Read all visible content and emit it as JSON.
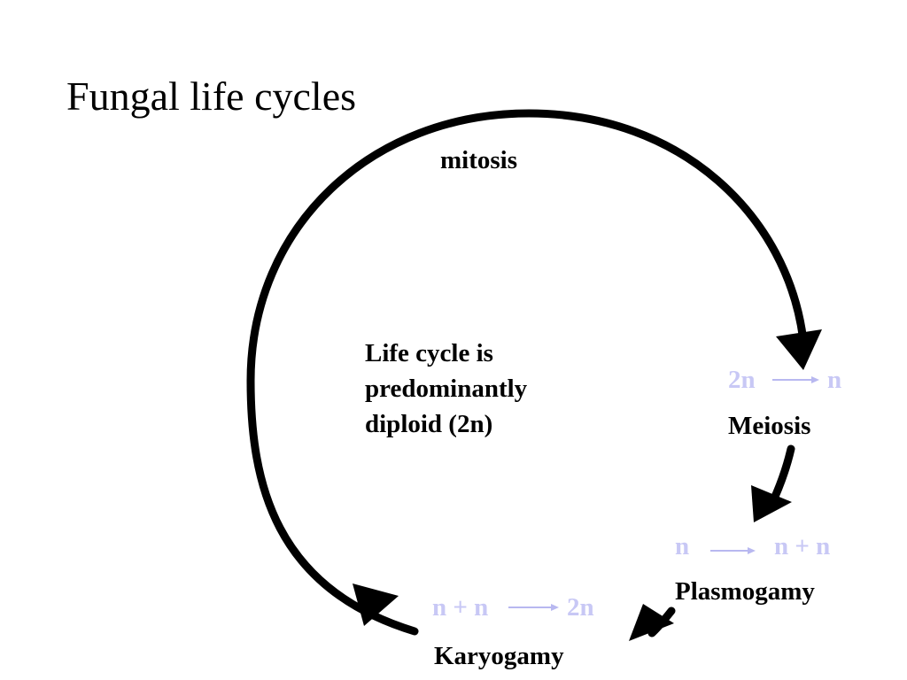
{
  "title": "Fungal life cycles",
  "colors": {
    "stroke": "#000000",
    "ploidy_text": "#c8c8f5",
    "ploidy_arrow": "#b8b8f0"
  },
  "labels": {
    "mitosis": "mitosis",
    "meiosis": "Meiosis",
    "plasmogamy": "Plasmogamy",
    "karyogamy": "Karyogamy"
  },
  "center_text": [
    "Life cycle is",
    "predominantly",
    "diploid (2n)"
  ],
  "transitions": {
    "meiosis": {
      "from": "2n",
      "to": "n"
    },
    "plasmogamy": {
      "from": "n",
      "to": "n + n"
    },
    "karyogamy": {
      "from": "n + n",
      "to": "2n"
    }
  }
}
